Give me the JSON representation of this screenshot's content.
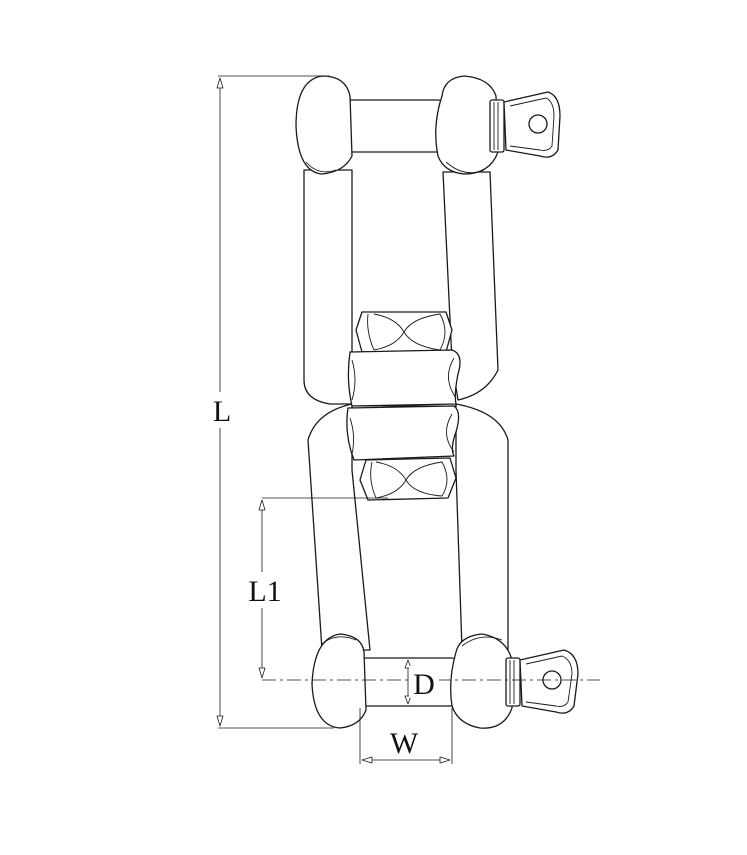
{
  "dimensions": {
    "overall_length": "L",
    "jaw_length": "L1",
    "pin_diameter": "D",
    "jaw_width": "W"
  }
}
